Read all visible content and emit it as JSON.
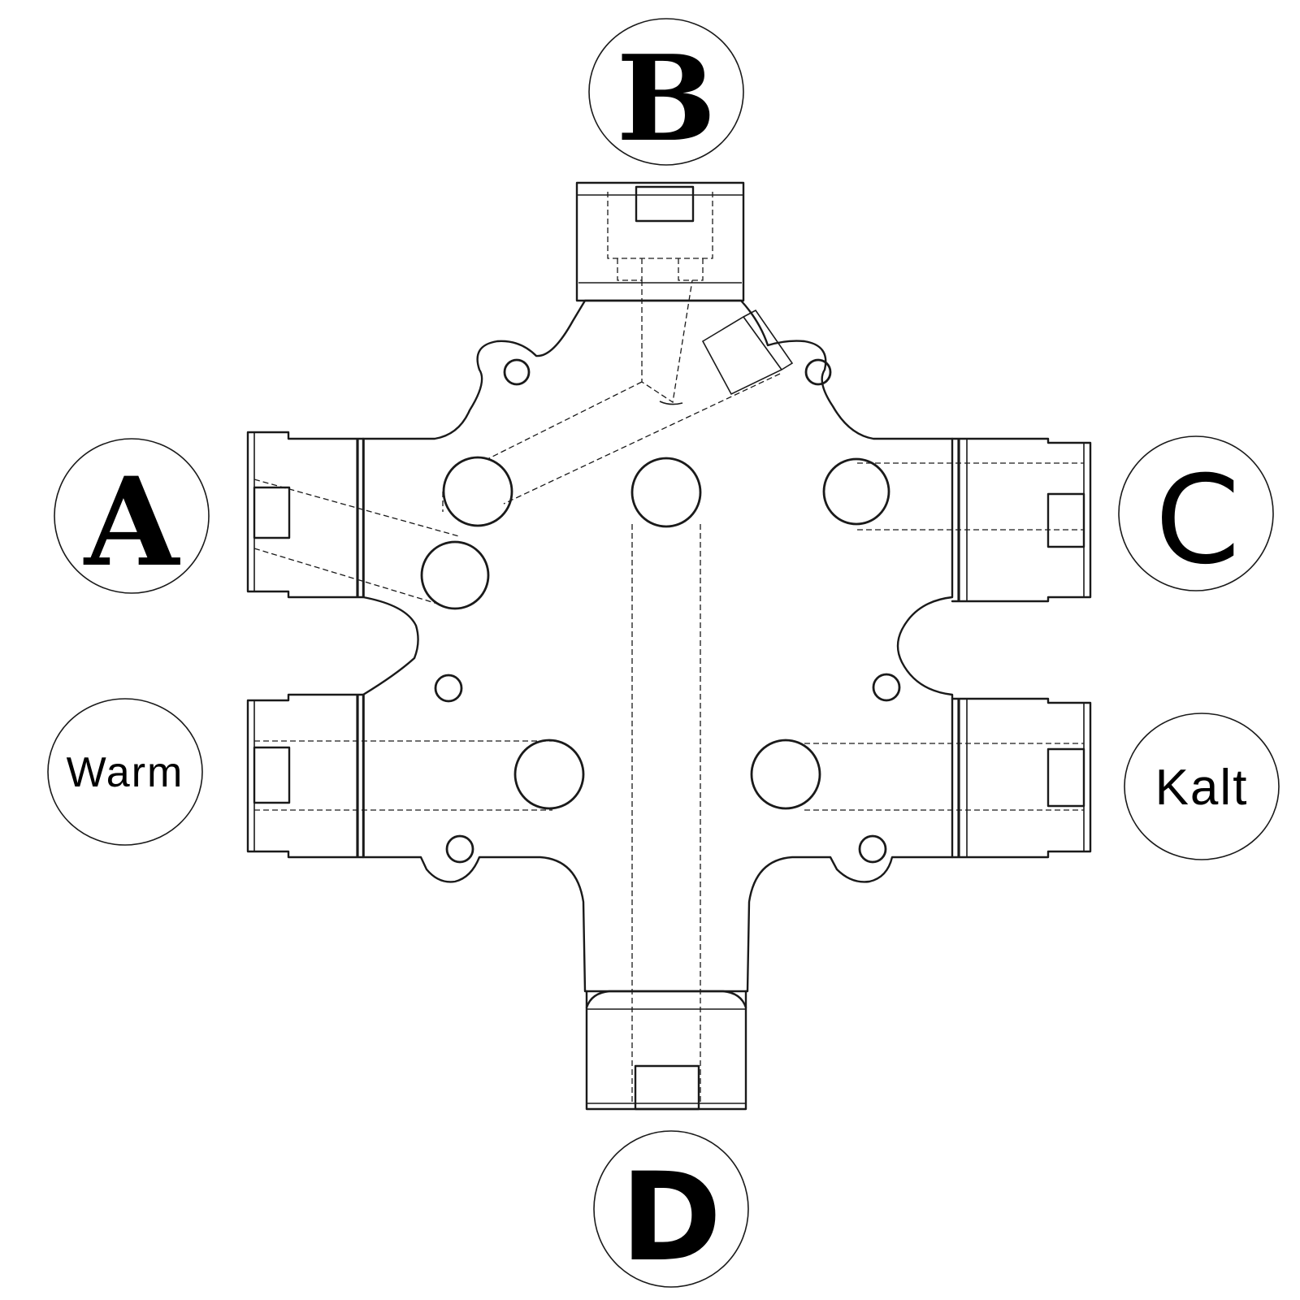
{
  "labels": {
    "a": "A",
    "b": "B",
    "c": "C",
    "d": "D",
    "warm": "Warm",
    "kalt": "Kalt"
  }
}
